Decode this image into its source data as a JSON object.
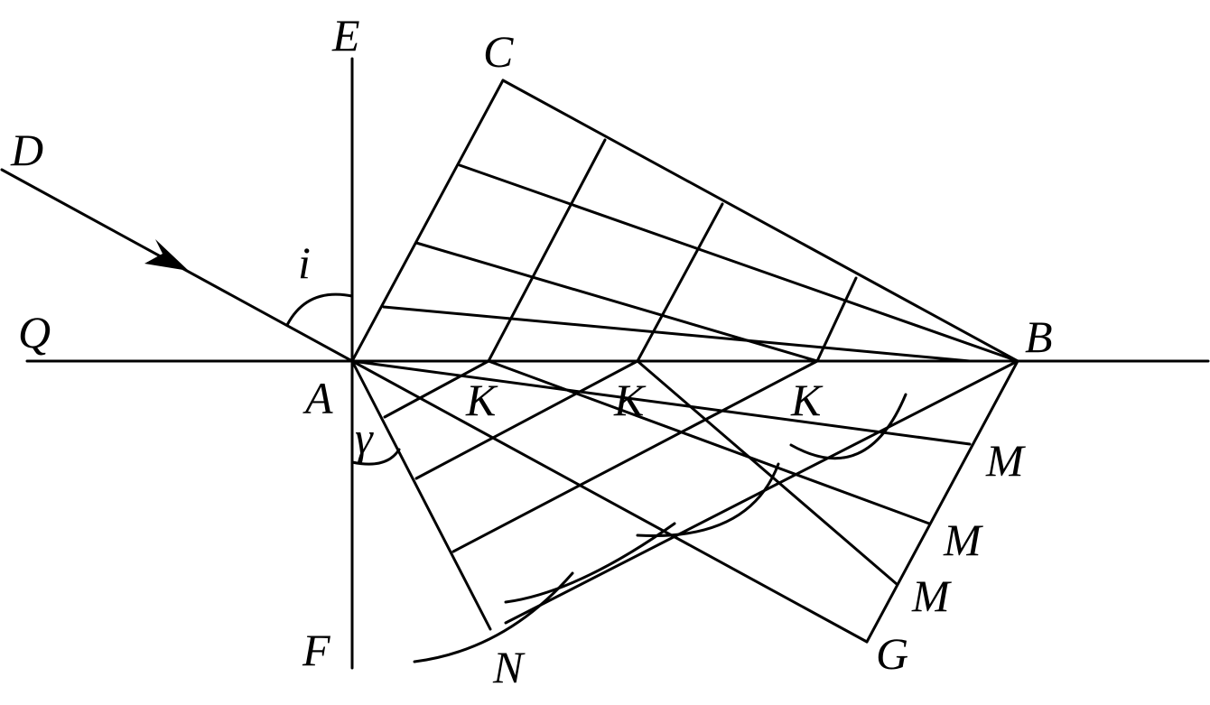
{
  "labels": {
    "E": "E",
    "C": "C",
    "D": "D",
    "i": "i",
    "Q": "Q",
    "B": "B",
    "A": "A",
    "K1": "K",
    "K2": "K",
    "K3": "K",
    "gamma": "γ",
    "M1": "M",
    "M2": "M",
    "M3": "M",
    "F": "F",
    "N": "N",
    "G": "G"
  }
}
